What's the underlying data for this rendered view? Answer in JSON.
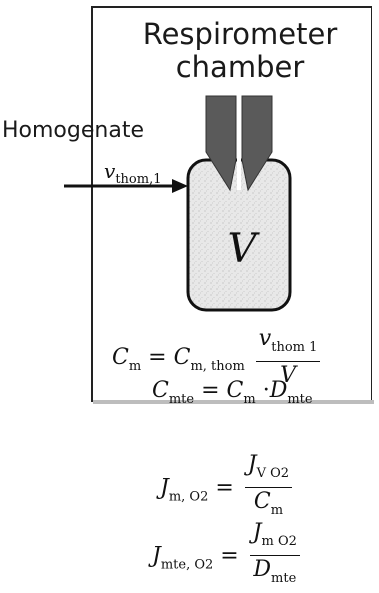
{
  "chamber_label": "Respirometer\nchamber",
  "inflow_label": "Homogenate",
  "flow_symbol": {
    "base": "v",
    "sub": "thom,1"
  },
  "volume_symbol": "V",
  "equations": {
    "eq1": {
      "lhs": "C",
      "lhs_sub": "m",
      "rhs": "C",
      "rhs_sub": "m, thom",
      "num": "v",
      "num_sub": "thom 1",
      "den": "V"
    },
    "eq2": {
      "lhs": "C",
      "lhs_sub": "mte",
      "rhs1": "C",
      "rhs1_sub": "m",
      "rhs2": "D",
      "rhs2_sub": "mte"
    },
    "eq3": {
      "lhs": "J",
      "lhs_sub": "m, O2",
      "num": "J",
      "num_sub": "V O2",
      "den": "C",
      "den_sub": "m"
    },
    "eq4": {
      "lhs": "J",
      "lhs_sub": "mte, O2",
      "num": "J",
      "num_sub": "m O2",
      "den": "D",
      "den_sub": "mte"
    }
  },
  "colors": {
    "stopper": "#555555",
    "chamber_fill": "#e6e6e6",
    "frame": "#222222"
  }
}
